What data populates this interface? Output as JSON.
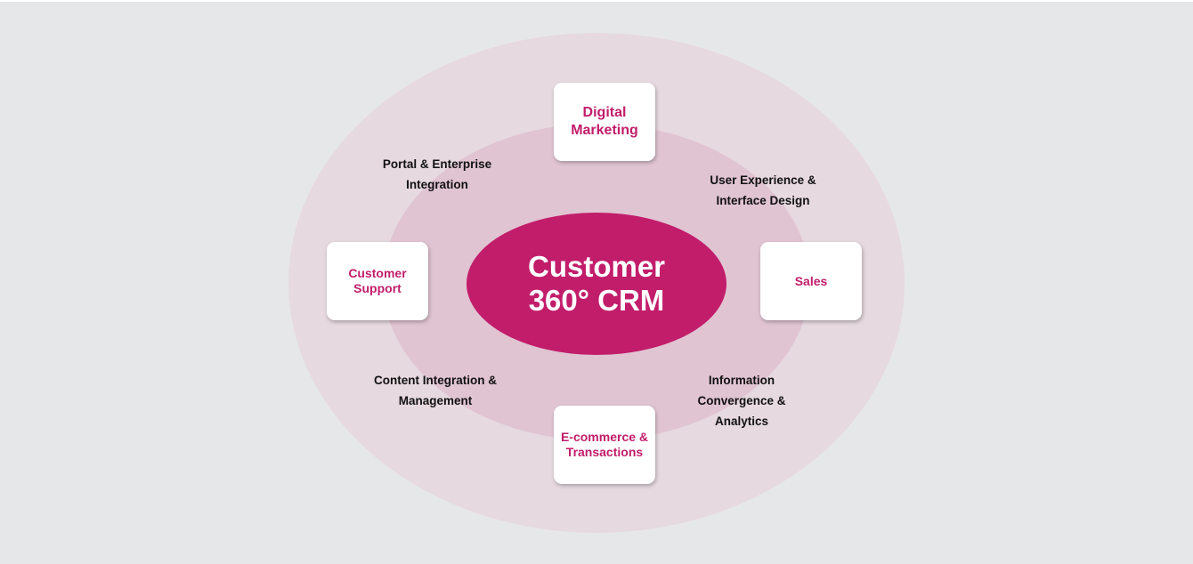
{
  "diagram": {
    "center": {
      "title": "Customer\n360° CRM"
    },
    "boxes": {
      "top": "Digital\nMarketing",
      "left": "Customer\nSupport",
      "right": "Sales",
      "bottom": "E-commerce &\nTransactions"
    },
    "captions": {
      "top_left": "Portal & Enterprise\nIntegration",
      "top_right": "User Experience &\nInterface Design",
      "bottom_left": "Content Integration &\nManagement",
      "bottom_right": "Information\nConvergence &\nAnalytics"
    },
    "colors": {
      "accent": "#c21d6b",
      "outer_ring": "#e6d9df",
      "inner_ring": "#e0c4d2",
      "background": "#e6e7e9"
    }
  }
}
